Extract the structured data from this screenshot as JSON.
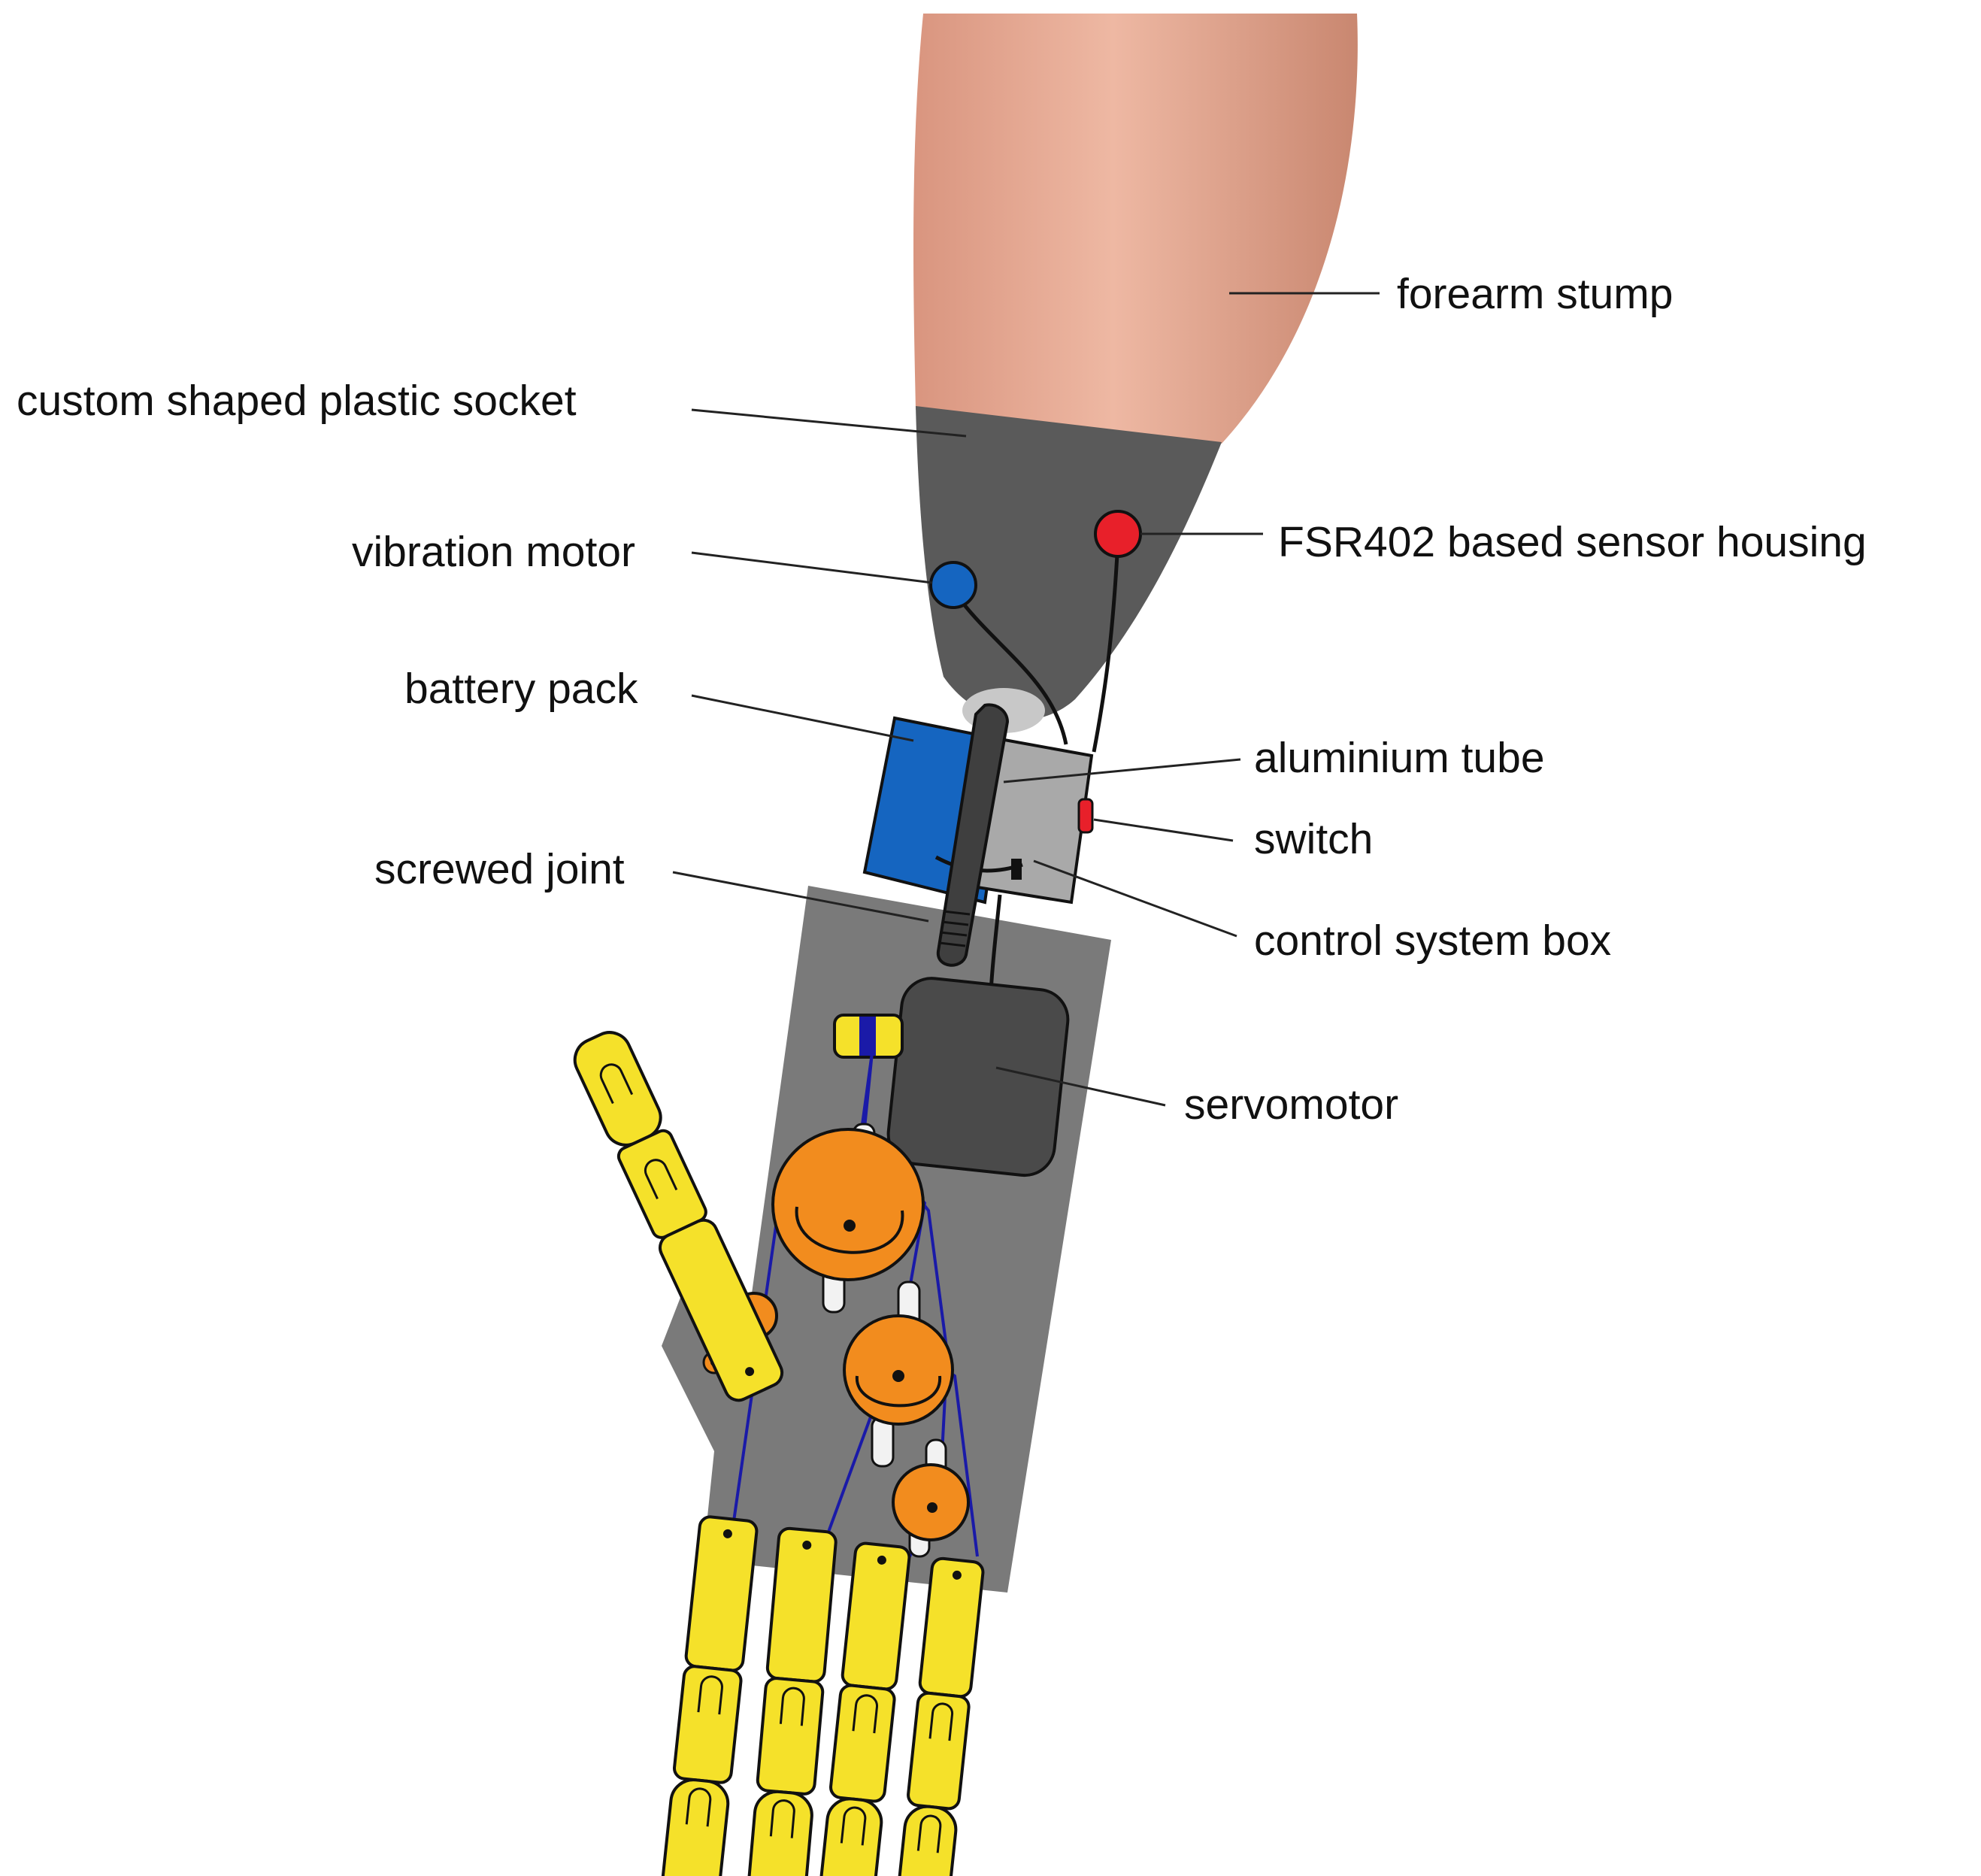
{
  "labels": {
    "forearm_stump": "forearm stump",
    "socket": "custom shaped plastic socket",
    "vibration_motor": "vibration motor",
    "fsr_sensor": "FSR402 based sensor housing",
    "battery_pack": "battery pack",
    "aluminium_tube": "aluminium tube",
    "switch": "switch",
    "screwed_joint": "screwed joint",
    "control_box": "control system box",
    "servomotor": "servomotor"
  },
  "colors": {
    "skin": "#e3a68f",
    "socket": "#5a5a5a",
    "palm": "#7a7a7a",
    "battery": "#1565c0",
    "control_box": "#a9a9a9",
    "sensor_red": "#e8202a",
    "vibration_blue": "#1565c0",
    "servo": "#4a4a4a",
    "pulley": "#f28c1e",
    "finger": "#f5e12a",
    "tendon": "#1a1aa8"
  }
}
